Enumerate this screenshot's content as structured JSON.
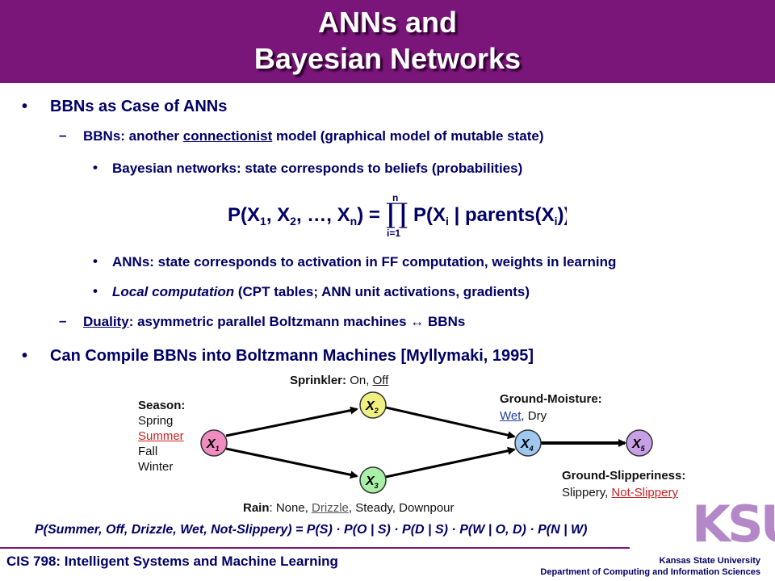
{
  "title": {
    "line1": "ANNs and",
    "line2": "Bayesian Networks"
  },
  "bullets": {
    "b1": "BBNs as Case of ANNs",
    "b1_1_pre": "BBNs: another ",
    "b1_1_link": "connectionist",
    "b1_1_post": " model (graphical model of mutable state)",
    "b1_1_1": "Bayesian networks: state corresponds to beliefs (probabilities)",
    "b1_1_2": "ANNs: state corresponds to activation in FF computation, weights in learning",
    "b1_1_3_italic": "Local computation",
    "b1_1_3_rest": " (CPT tables; ANN unit activations, gradients)",
    "b1_2_link": "Duality",
    "b1_2_rest": ": asymmetric parallel Boltzmann machines ↔ BBNs",
    "b2": "Can Compile BBNs into Boltzmann Machines [Myllymaki, 1995]"
  },
  "equation": {
    "lhs": "P(X₁, X₂, …, Xₙ) =",
    "prod_top": "n",
    "prod_bottom": "i=1",
    "rhs": "P(Xᵢ | parents(Xᵢ))"
  },
  "diagram": {
    "nodes": [
      "X1",
      "X2",
      "X3",
      "X4",
      "X5"
    ],
    "sprinkler": {
      "label": "Sprinkler:",
      "on": "On, ",
      "off": "Off"
    },
    "season": {
      "label": "Season:",
      "values": [
        "Spring",
        "Summer",
        "Fall",
        "Winter"
      ]
    },
    "moisture": {
      "label": "Ground-Moisture:",
      "wet": "Wet",
      "dry": ", Dry"
    },
    "slippery": {
      "label": "Ground-Slipperiness:",
      "slip": "Slippery, ",
      "notslip": "Not-Slippery"
    },
    "rain": {
      "label": "Rain",
      "pre": ": None, ",
      "drizzle": "Drizzle",
      "post": ", Steady, Downpour"
    }
  },
  "formula": "P(Summer, Off, Drizzle, Wet, Not-Slippery) = P(S) · P(O | S) · P(D | S) · P(W | O, D) · P(N | W)",
  "footer": {
    "course": "CIS 798: Intelligent Systems and Machine Learning",
    "univ": "Kansas State University",
    "dept": "Department of Computing and Information Sciences",
    "logo": "KSU"
  },
  "colors": {
    "title_bar": "#7a157a",
    "text": "#000066",
    "x1": "#f08cc0",
    "x2": "#f0f080",
    "x3": "#a8f0a8",
    "x4": "#9ec8f0",
    "x5": "#c8a0e8"
  }
}
